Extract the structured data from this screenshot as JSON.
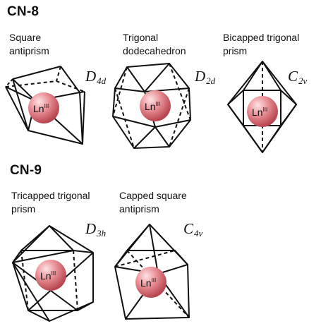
{
  "sections": {
    "cn8": "CN-8",
    "cn9": "CN-9"
  },
  "ion": {
    "base": "Ln",
    "superscript": "III"
  },
  "colors": {
    "ion_light": "#f7c1c6",
    "ion_mid": "#e07880",
    "ion_dark": "#b8454f",
    "edge": "#111111"
  },
  "polyhedra": [
    {
      "name": "Square\nantiprism",
      "symbol": "D",
      "subscript": "4d"
    },
    {
      "name": "Trigonal\ndodecahedron",
      "symbol": "D",
      "subscript": "2d"
    },
    {
      "name": "Bicapped trigonal\nprism",
      "symbol": "C",
      "subscript": "2v"
    },
    {
      "name": "Tricapped trigonal\nprism",
      "symbol": "D",
      "subscript": "3h"
    },
    {
      "name": "Capped square\nantiprism",
      "symbol": "C",
      "subscript": "4v"
    }
  ]
}
